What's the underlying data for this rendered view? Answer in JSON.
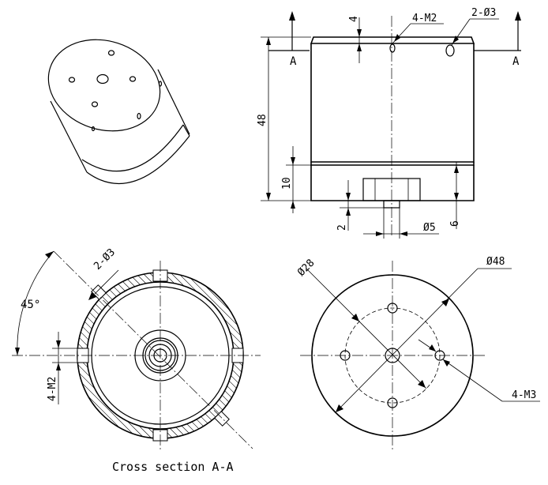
{
  "labels": {
    "section_a_left": "A",
    "section_a_right": "A",
    "dim_4": "4",
    "dim_4m2_top": "4-M2",
    "dim_2d3_top": "2-Ø3",
    "dim_48": "48",
    "dim_10": "10",
    "dim_2": "2",
    "dim_d5": "Ø5",
    "dim_6": "6",
    "dim_2d3_section": "2-Ø3",
    "dim_45": "45°",
    "dim_4m2_section": "4-M2",
    "dim_d28": "Ø28",
    "dim_d48": "Ø48",
    "dim_4m3": "4-M3",
    "section_caption": "Cross section A-A"
  }
}
